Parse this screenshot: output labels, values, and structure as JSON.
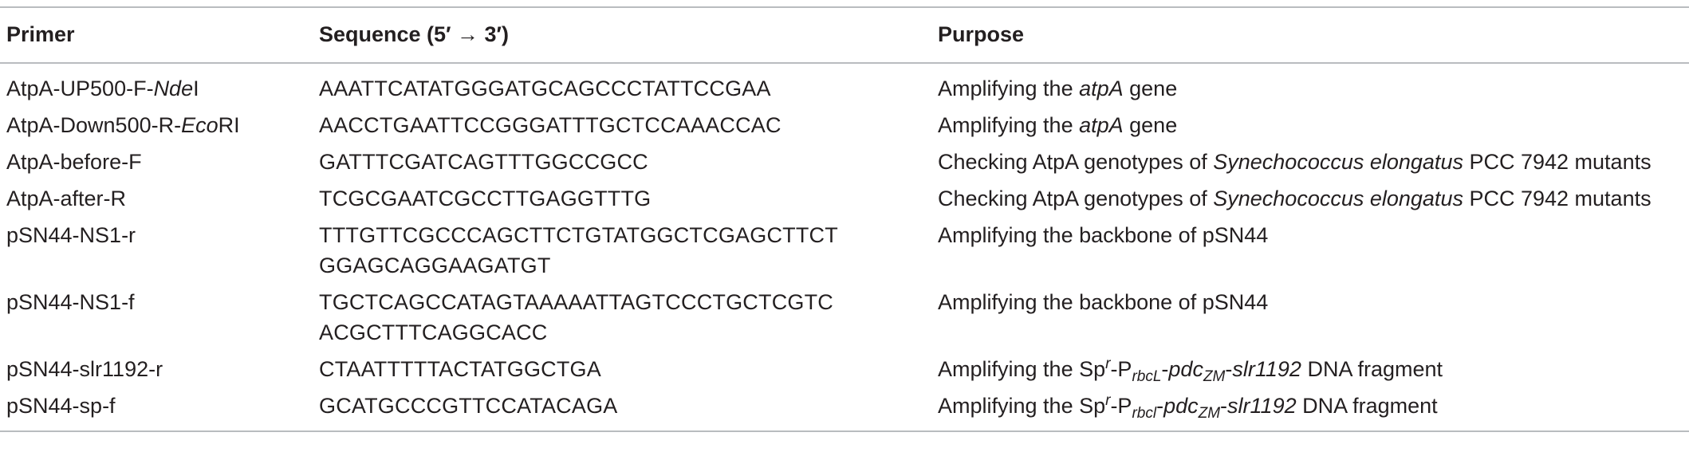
{
  "table": {
    "headers": {
      "primer": "Primer",
      "sequence": "Sequence (5′ → 3′)",
      "purpose": "Purpose"
    },
    "rows": [
      {
        "primer_a": "AtpA-UP500-F-",
        "primer_b": "Nde",
        "primer_c": "I",
        "sequence_1": "AAATTCATATGGGATGCAGCCCTATTCCGAA",
        "sequence_2": "",
        "purpose_a": "Amplifying the ",
        "purpose_b": "atpA",
        "purpose_c": " gene"
      },
      {
        "primer_a": "AtpA-Down500-R-",
        "primer_b": "Eco",
        "primer_c": "RI",
        "sequence_1": "AACCTGAATTCCGGGATTTGCTCCAAACCAC",
        "sequence_2": "",
        "purpose_a": "Amplifying the ",
        "purpose_b": "atpA",
        "purpose_c": " gene"
      },
      {
        "primer_a": "AtpA-before-F",
        "sequence_1": "GATTTCGATCAGTTTGGCCGCC",
        "sequence_2": "",
        "purpose_a": "Checking AtpA genotypes of ",
        "purpose_b": "Synechococcus elongatus",
        "purpose_c": " PCC 7942 mutants"
      },
      {
        "primer_a": "AtpA-after-R",
        "sequence_1": "TCGCGAATCGCCTTGAGGTTTG",
        "sequence_2": "",
        "purpose_a": "Checking AtpA genotypes of ",
        "purpose_b": "Synechococcus elongatus",
        "purpose_c": " PCC 7942 mutants"
      },
      {
        "primer_a": "pSN44-NS1-r",
        "sequence_1": "TTTGTTCGCCCAGCTTCTGTATGGCTCGAGCTTCT",
        "sequence_2": "GGAGCAGGAAGATGT",
        "purpose_a": "Amplifying the backbone of pSN44"
      },
      {
        "primer_a": "pSN44-NS1-f",
        "sequence_1": "TGCTCAGCCATAGTAAAAATTAGTCCCTGCTCGTC",
        "sequence_2": "ACGCTTTCAGGCACC",
        "purpose_a": "Amplifying the backbone of pSN44"
      },
      {
        "primer_a": "pSN44-slr1192-r",
        "sequence_1": "CTAATTTTTACTATGGCTGA",
        "sequence_2": "",
        "purpose_a": "Amplifying the Sp",
        "purpose_sup": "r",
        "purpose_dash1": "-P",
        "purpose_sub1": "rbcL",
        "purpose_dash2": "-",
        "purpose_it1": "pdc",
        "purpose_sub2": "ZM",
        "purpose_dash3": "-",
        "purpose_it2": "slr1192",
        "purpose_end": " DNA fragment"
      },
      {
        "primer_a": "pSN44-sp-f",
        "sequence_1": "GCATGCCCGTTCCATACAGA",
        "sequence_2": "",
        "purpose_a": "Amplifying the Sp",
        "purpose_sup": "r",
        "purpose_dash1": "-P",
        "purpose_sub1": "rbcl",
        "purpose_dash2": "-",
        "purpose_it1": "pdc",
        "purpose_sub2": "ZM",
        "purpose_dash3": "-",
        "purpose_it2": "slr1192",
        "purpose_end": " DNA fragment"
      }
    ]
  }
}
